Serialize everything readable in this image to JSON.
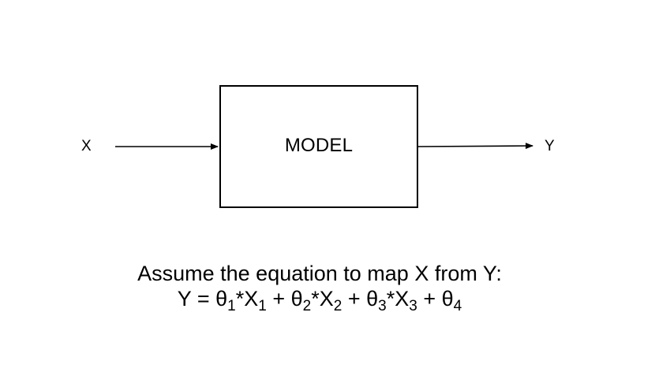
{
  "diagram": {
    "input_label": "X",
    "output_label": "Y",
    "model_label": "MODEL"
  },
  "equation": {
    "caption": "Assume the equation to map X from Y:",
    "lhs": "Y",
    "equals": " = ",
    "terms": [
      {
        "coef": "θ",
        "coef_sub": "1",
        "mult": "*",
        "var": "X",
        "var_sub": "1",
        "op": " + "
      },
      {
        "coef": "θ",
        "coef_sub": "2",
        "mult": "*",
        "var": "X",
        "var_sub": "2",
        "op": " + "
      },
      {
        "coef": "θ",
        "coef_sub": "3",
        "mult": "*",
        "var": "X",
        "var_sub": "3",
        "op": " + "
      },
      {
        "coef": "θ",
        "coef_sub": "4"
      }
    ]
  }
}
